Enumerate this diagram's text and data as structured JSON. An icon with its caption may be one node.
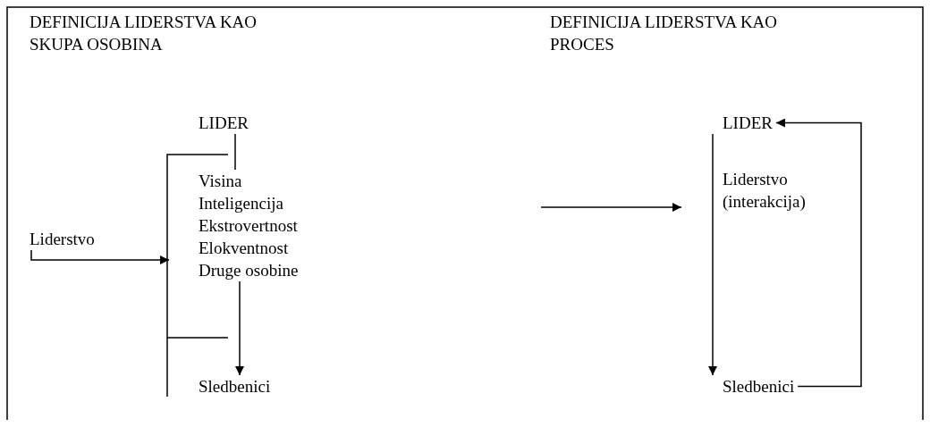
{
  "diagram": {
    "nodes": [
      {
        "text": [
          "LIDER"
        ]
      },
      {
        "text": [
          "Visina",
          "Inteligencija",
          "Ekstrovertnost",
          "Elokventnost",
          "Druge osobine"
        ]
      },
      {
        "text": [
          "Sledbenici"
        ]
      },
      {
        "text": [
          "Liderstvo"
        ]
      },
      {
        "text": [
          "LIDER"
        ]
      },
      {
        "text": [
          "Liderstvo (interakcija)"
        ]
      },
      {
        "text": [
          "Sledbenici"
        ]
      }
    ],
    "edges": [
      {
        "from": 0,
        "to": 1,
        "arrow": "none"
      },
      {
        "from": 3,
        "to": 1,
        "arrow": "to"
      },
      {
        "from": 1,
        "to": 2,
        "arrow": "to"
      },
      {
        "from": null,
        "to": 5,
        "arrow": "to"
      },
      {
        "from": 4,
        "to": 6,
        "arrow": "to"
      },
      {
        "from": 6,
        "to": 4,
        "arrow": "to"
      }
    ],
    "labels": [
      "DEFINICIJA LIDERSTVA KAO SKUPA OSOBINA",
      "DEFINICIJA LIDERSTVA KAO PROCES"
    ]
  }
}
